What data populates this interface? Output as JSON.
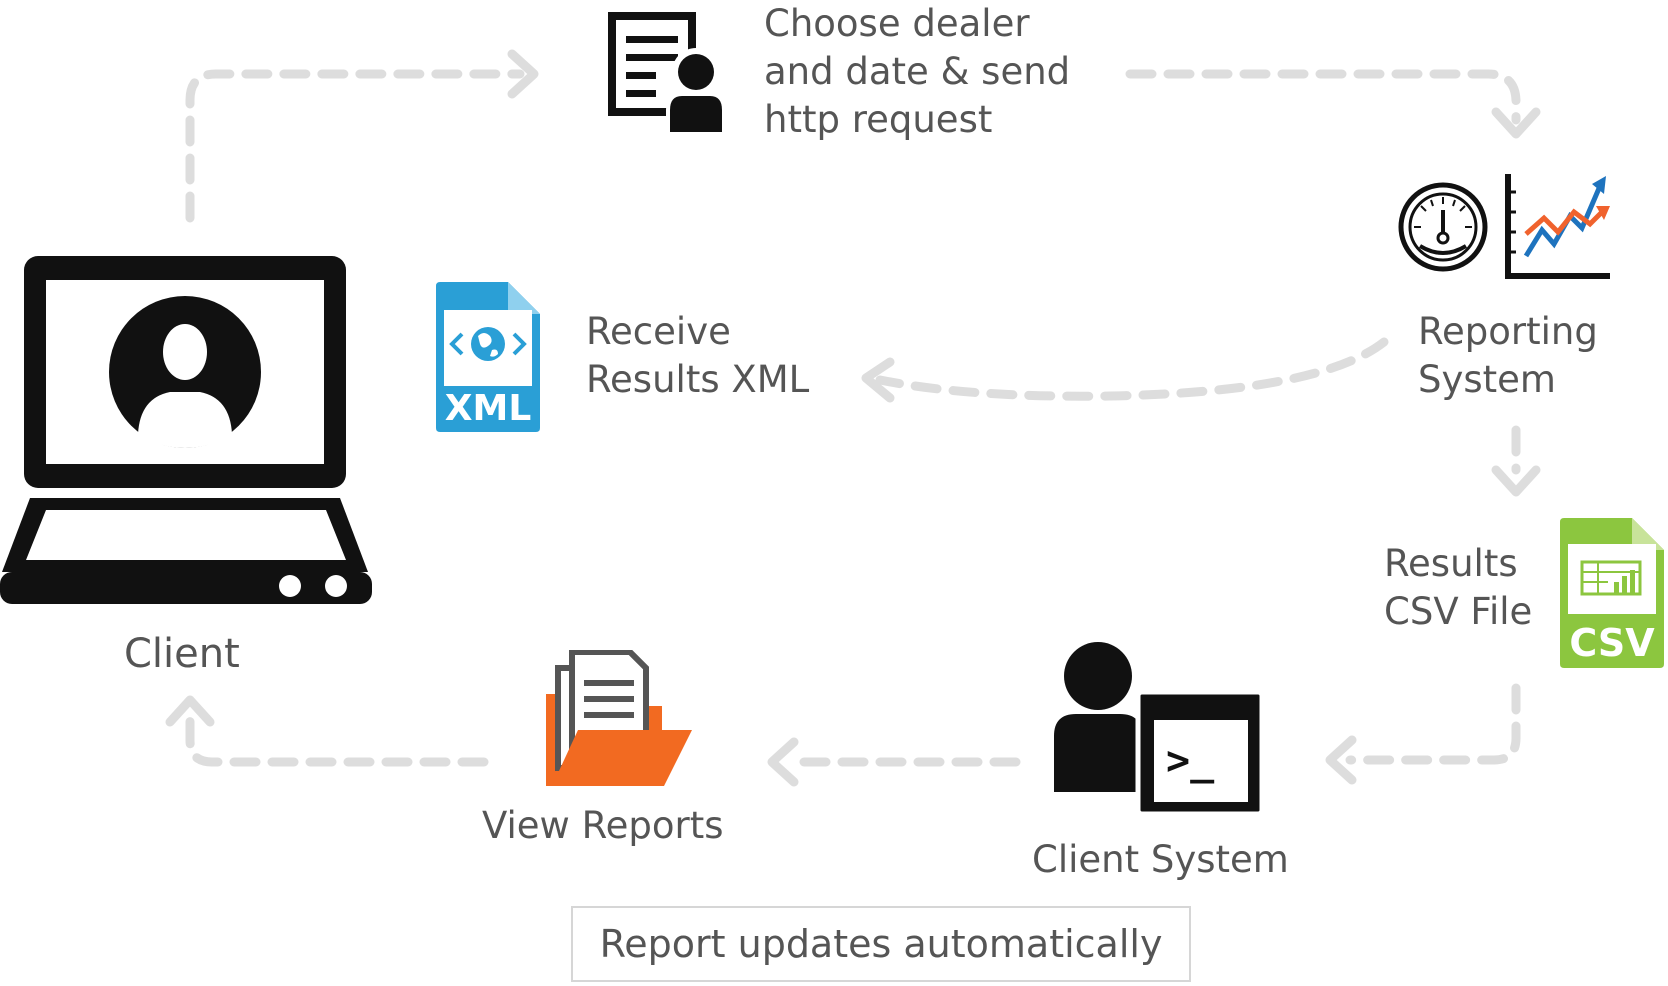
{
  "nodes": {
    "choose": {
      "lines": [
        "Choose dealer",
        "and date  & send",
        "http request"
      ]
    },
    "reporting": {
      "lines": [
        "Reporting",
        "System"
      ]
    },
    "receive": {
      "lines": [
        "Receive",
        "Results XML"
      ]
    },
    "client": {
      "label": "Client"
    },
    "results_csv": {
      "lines": [
        "Results",
        "CSV File"
      ]
    },
    "view_reports": {
      "label": "View Reports"
    },
    "client_system": {
      "label": "Client System"
    }
  },
  "icons": {
    "xml_badge": "XML",
    "csv_badge": "CSV",
    "terminal_prompt": ">_"
  },
  "footer": {
    "label": "Report updates automatically"
  },
  "colors": {
    "text": "#555555",
    "connector": "#dddddd",
    "xml_blue": "#2a9fd6",
    "csv_green": "#8cc63f",
    "folder_orange": "#f26a21",
    "trend_blue": "#1e73be",
    "trend_orange": "#f0622d",
    "icon_black": "#111111"
  }
}
